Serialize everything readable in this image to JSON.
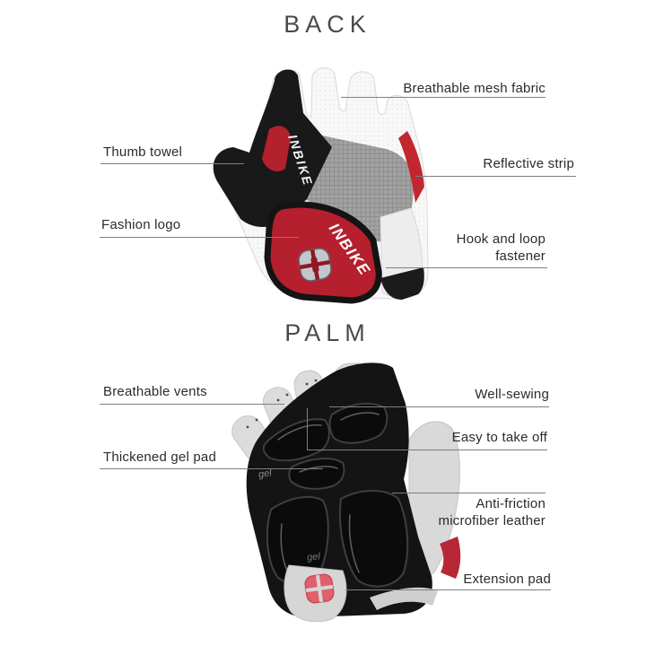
{
  "back_section": {
    "title": "BACK",
    "labels": {
      "breathable_mesh_fabric": "Breathable mesh fabric",
      "thumb_towel": "Thumb towel",
      "reflective_strip": "Reflective strip",
      "fashion_logo": "Fashion logo",
      "hook_and_loop_line1": "Hook and loop",
      "hook_and_loop_line2": "fastener"
    },
    "glove_markings": {
      "brand_on_back": "INBIKE",
      "brand_on_strap": "INBIKE"
    }
  },
  "palm_section": {
    "title": "PALM",
    "labels": {
      "breathable_vents": "Breathable vents",
      "well_sewing": "Well-sewing",
      "easy_to_take_off": "Easy to take off",
      "thickened_gel_pad": "Thickened gel pad",
      "anti_friction_line1": "Anti-friction",
      "anti_friction_line2": "microfiber leather",
      "extension_pad": "Extension pad"
    },
    "glove_markings": {
      "gel_mark_upper": "gel",
      "gel_mark_lower": "gel"
    }
  },
  "colors": {
    "background": "#ffffff",
    "title_text": "#4a4a4a",
    "label_text": "#2b2b2b",
    "pointer_line": "#7f7f7f",
    "glove_red": "#b51f2e",
    "glove_black": "#161616",
    "glove_gray_mesh": "#a2a2a2",
    "glove_light_gray": "#d9d9d9",
    "emblem_gray": "#c3c7cc",
    "emblem_red": "#e0606b"
  }
}
